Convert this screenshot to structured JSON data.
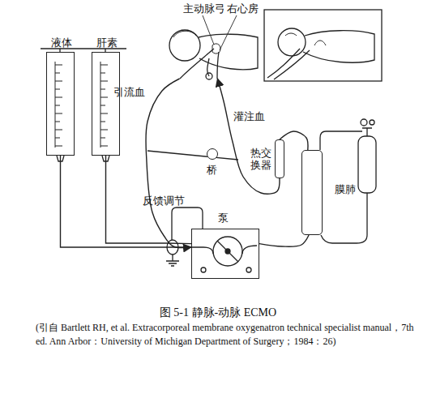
{
  "diagram": {
    "caption": "图 5-1 静脉-动脉 ECMO",
    "nodes": [
      {
        "text": [
          "主动脉弓",
          "右心房"
        ]
      },
      {
        "text": [
          "液体"
        ]
      },
      {
        "text": [
          "肝素"
        ]
      },
      {
        "text": [
          "桥"
        ]
      },
      {
        "text": [
          "热交 换器"
        ]
      },
      {
        "text": [
          "膜肺"
        ]
      },
      {
        "text": [
          "泵"
        ]
      }
    ],
    "edges": [
      {
        "from": 0,
        "to": 6,
        "arrow": "to",
        "label": "引流血"
      },
      {
        "from": 4,
        "to": 0,
        "arrow": "to",
        "label": "灌注血"
      },
      {
        "from": 6,
        "to": 5,
        "arrow": "none"
      },
      {
        "from": 5,
        "to": 4,
        "arrow": "none"
      },
      {
        "from": 1,
        "to": 6,
        "arrow": "none"
      },
      {
        "from": 2,
        "to": 6,
        "arrow": "none"
      }
    ],
    "labels": [
      "反馈调节",
      "(引自 Bartlett RH, et al. Extracorporeal membrane oxygenatron technical specialist manual，7th ed. Ann Arbor：University of Michigan Department of Surgery；1984：26)"
    ]
  }
}
